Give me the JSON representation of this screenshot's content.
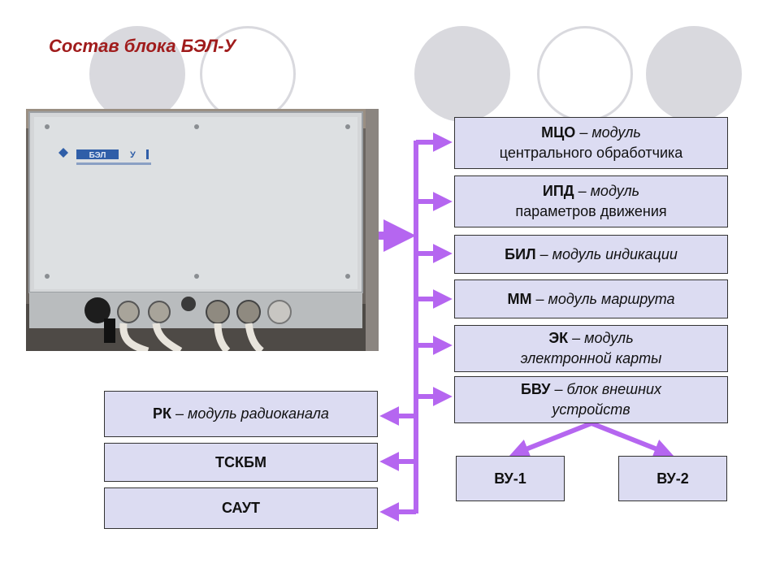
{
  "title": "Состав блока БЭЛ-У",
  "photo": {
    "panel_label": "БЭЛ",
    "panel_label_suffix": "У"
  },
  "modules_right": [
    {
      "code": "МЦО",
      "sep": " – ",
      "line1": "модуль",
      "line2": "центрального обработчика"
    },
    {
      "code": "ИПД",
      "sep": " – ",
      "line1": "модуль",
      "line2": "параметров движения"
    },
    {
      "code": "БИЛ",
      "sep": " – ",
      "line1": "модуль индикации",
      "line2": ""
    },
    {
      "code": "ММ",
      "sep": " – ",
      "line1": "модуль маршрута",
      "line2": ""
    },
    {
      "code": "ЭК",
      "sep": " – ",
      "line1": "модуль",
      "line2": "электронной карты"
    },
    {
      "code": "БВУ",
      "sep": " – ",
      "line1": "блок внешних",
      "line2": "устройств"
    }
  ],
  "modules_left": [
    {
      "code": "РК",
      "sep": " – ",
      "text": "модуль радиоканала"
    },
    {
      "code": "ТСКБМ",
      "sep": "",
      "text": ""
    },
    {
      "code": "САУТ",
      "sep": "",
      "text": ""
    }
  ],
  "sub_devices": [
    "ВУ-1",
    "ВУ-2"
  ],
  "colors": {
    "title": "#a01c1c",
    "box_fill": "#dcdcf2",
    "arrow": "#b566f0",
    "decor_circle": "#d9d9de"
  }
}
